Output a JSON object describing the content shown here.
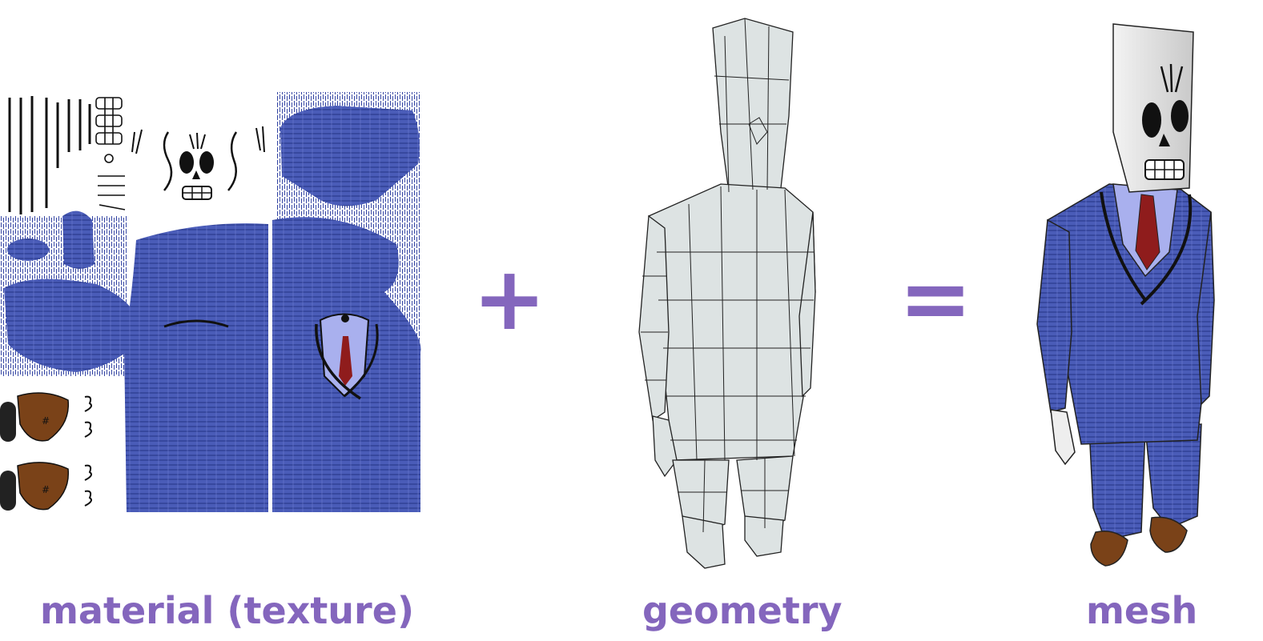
{
  "operators": {
    "plus": "+",
    "equals": "="
  },
  "captions": {
    "texture": "material (texture)",
    "geometry": "geometry",
    "mesh": "mesh"
  },
  "colors": {
    "accent": "#8466bd",
    "suit_blue": "#4a5cb8",
    "shirt_lilac": "#a9b0ee",
    "tie_red": "#8f1c1c",
    "shoe_brown": "#7a4218",
    "wire_gray": "#dde3e3"
  }
}
